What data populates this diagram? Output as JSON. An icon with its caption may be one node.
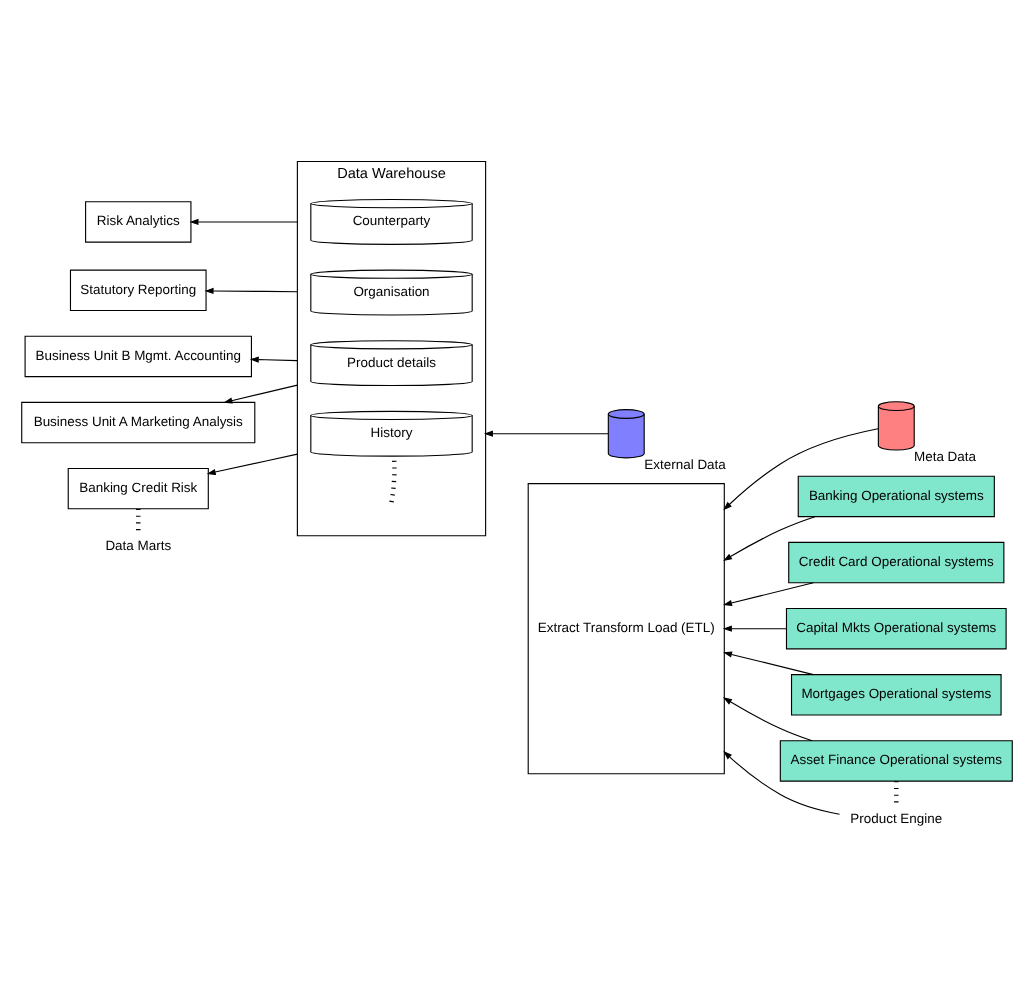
{
  "diagram": {
    "nodes": [
      {
        "text": [],
        "shape": "cylinder",
        "beside": [
          "Meta Data"
        ]
      },
      {
        "text": [
          "Risk Analytics"
        ]
      },
      {
        "text": [
          "Statutory Reporting"
        ]
      },
      {
        "text": [
          "Business Unit B Mgmt. Accounting"
        ]
      },
      {
        "text": [
          "Business Unit A Marketing Analysis"
        ]
      },
      {
        "text": [
          "Banking Credit Risk"
        ]
      },
      {
        "text": [
          "Data Warehouse"
        ]
      },
      {
        "text": [
          "Counterparty"
        ],
        "in": 6
      },
      {
        "text": [
          "Organisation"
        ],
        "in": 6
      },
      {
        "text": [
          "Product details"
        ],
        "in": 6
      },
      {
        "text": [
          "History"
        ],
        "in": 6
      },
      {
        "text": [
          "Extract Transform Load (ETL)"
        ]
      },
      {
        "text": [
          "Banking Operational systems"
        ]
      },
      {
        "text": [
          "Credit Card Operational systems"
        ]
      },
      {
        "text": [
          "Capital Mkts Operational systems"
        ]
      },
      {
        "text": [
          "Mortgages Operational systems"
        ]
      },
      {
        "text": [
          "Asset Finance Operational systems"
        ]
      },
      {
        "text": [],
        "shape": "cylinder",
        "beside": [
          "External Data"
        ]
      },
      {
        "text": [
          "Data Marts"
        ]
      },
      {
        "text": [
          "Product Engine"
        ]
      }
    ],
    "edges": [
      {
        "from": 0,
        "to": 11,
        "arrow": "to"
      },
      {
        "from": 6,
        "to": 1,
        "arrow": "to"
      },
      {
        "from": 6,
        "to": 2,
        "arrow": "to"
      },
      {
        "from": 6,
        "to": 3,
        "arrow": "to"
      },
      {
        "from": 6,
        "to": 4,
        "arrow": "to"
      },
      {
        "from": 6,
        "to": 5,
        "arrow": "to"
      },
      {
        "from": 12,
        "to": 11,
        "arrow": "to"
      },
      {
        "from": 13,
        "to": 11,
        "arrow": "to"
      },
      {
        "from": 14,
        "to": 11,
        "arrow": "to"
      },
      {
        "from": 15,
        "to": 11,
        "arrow": "to"
      },
      {
        "from": 16,
        "to": 11,
        "arrow": "to"
      },
      {
        "from": 17,
        "to": 6,
        "arrow": "to"
      },
      {
        "from": 19,
        "to": 11,
        "arrow": "to"
      },
      {
        "from": 5,
        "to": 18,
        "arrow": "none",
        "style": "dashed"
      },
      {
        "from": 16,
        "to": 19,
        "arrow": "none",
        "style": "dashed"
      },
      {
        "from": 10,
        "to": null,
        "arrow": "none",
        "style": "dashed"
      }
    ]
  }
}
